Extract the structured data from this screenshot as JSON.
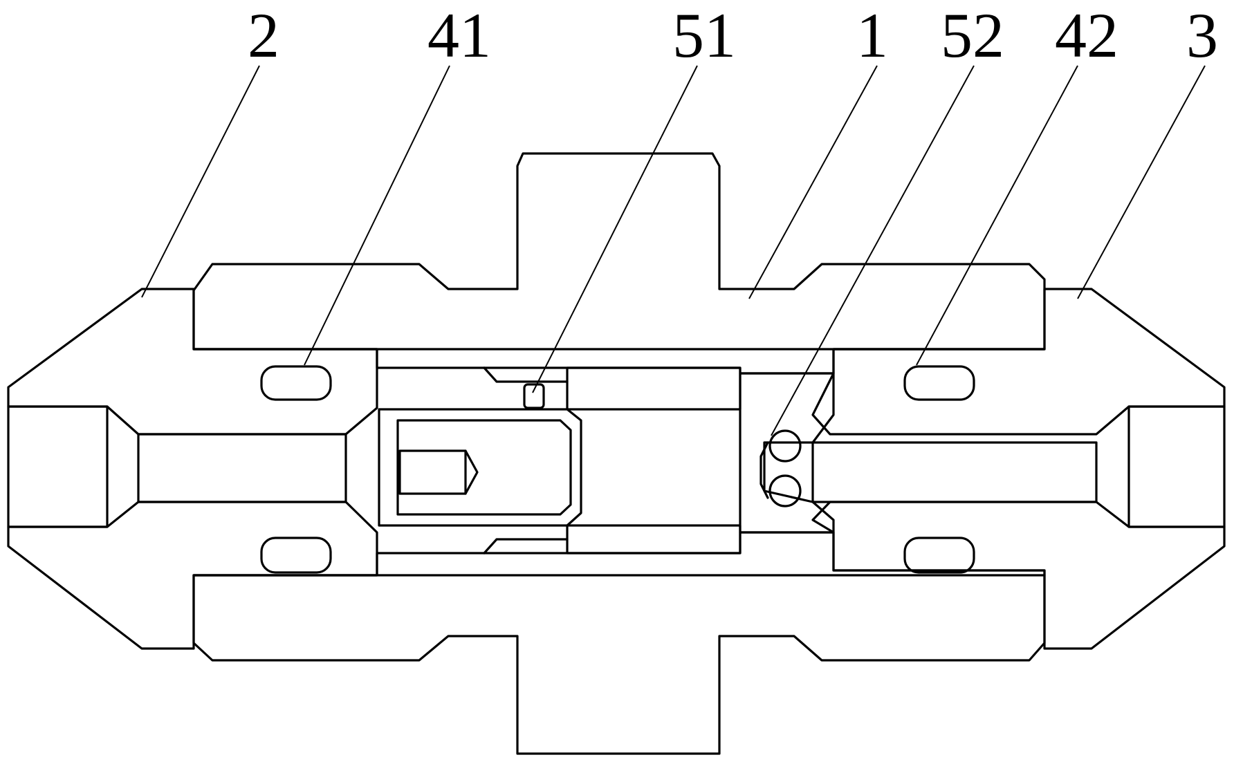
{
  "diagram": {
    "labels": [
      {
        "id": "ref-2",
        "text": "2"
      },
      {
        "id": "ref-41",
        "text": "41"
      },
      {
        "id": "ref-51",
        "text": "51"
      },
      {
        "id": "ref-1",
        "text": "1"
      },
      {
        "id": "ref-52",
        "text": "52"
      },
      {
        "id": "ref-42",
        "text": "42"
      },
      {
        "id": "ref-3",
        "text": "3"
      }
    ],
    "line_color": "#000000",
    "background": "#ffffff"
  }
}
